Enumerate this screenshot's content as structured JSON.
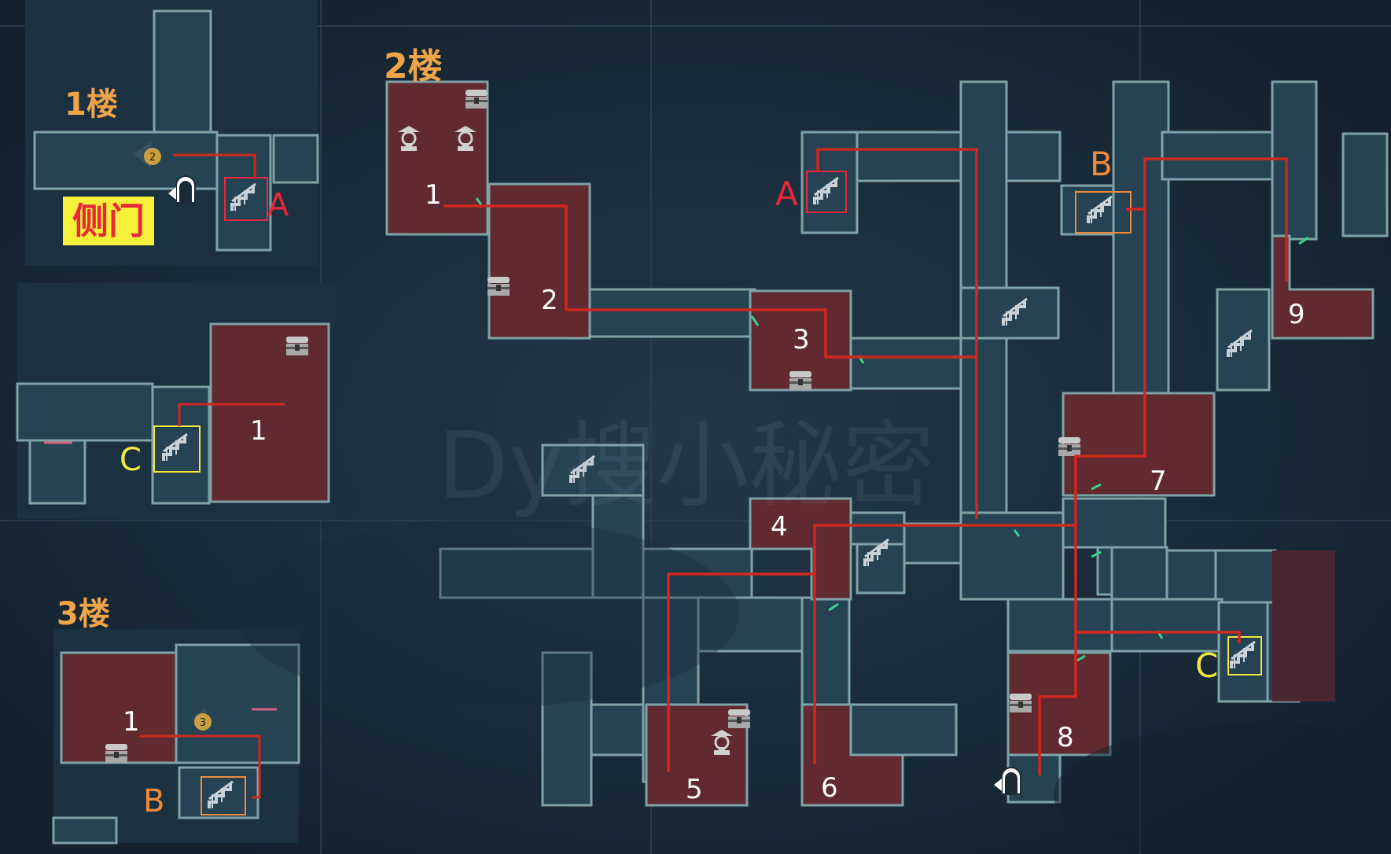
{
  "floors": {
    "f1": "1楼",
    "f2": "2楼",
    "f3": "3楼"
  },
  "side_door": "侧门",
  "watermark": "Dy搜小秘密",
  "stairs": {
    "a": "A",
    "b": "B",
    "c": "C"
  },
  "numbers": {
    "n1": "1",
    "n2": "2",
    "n3": "3",
    "n4": "4",
    "n5": "5",
    "n6": "6",
    "n7": "7",
    "n8": "8",
    "n9": "9"
  },
  "markers": {
    "m2": "2",
    "m3": "3"
  },
  "colors": {
    "background": "#1a2a38",
    "wall": "#7ea3a6",
    "room": "#602a30",
    "route": "#d0281e",
    "floor_label": "#f0a44a",
    "stair_a": "#e8283a",
    "stair_b": "#f08a3a",
    "stair_c": "#f2e640",
    "side_door_bg": "#f6f03a",
    "side_door_text": "#e8283a"
  }
}
